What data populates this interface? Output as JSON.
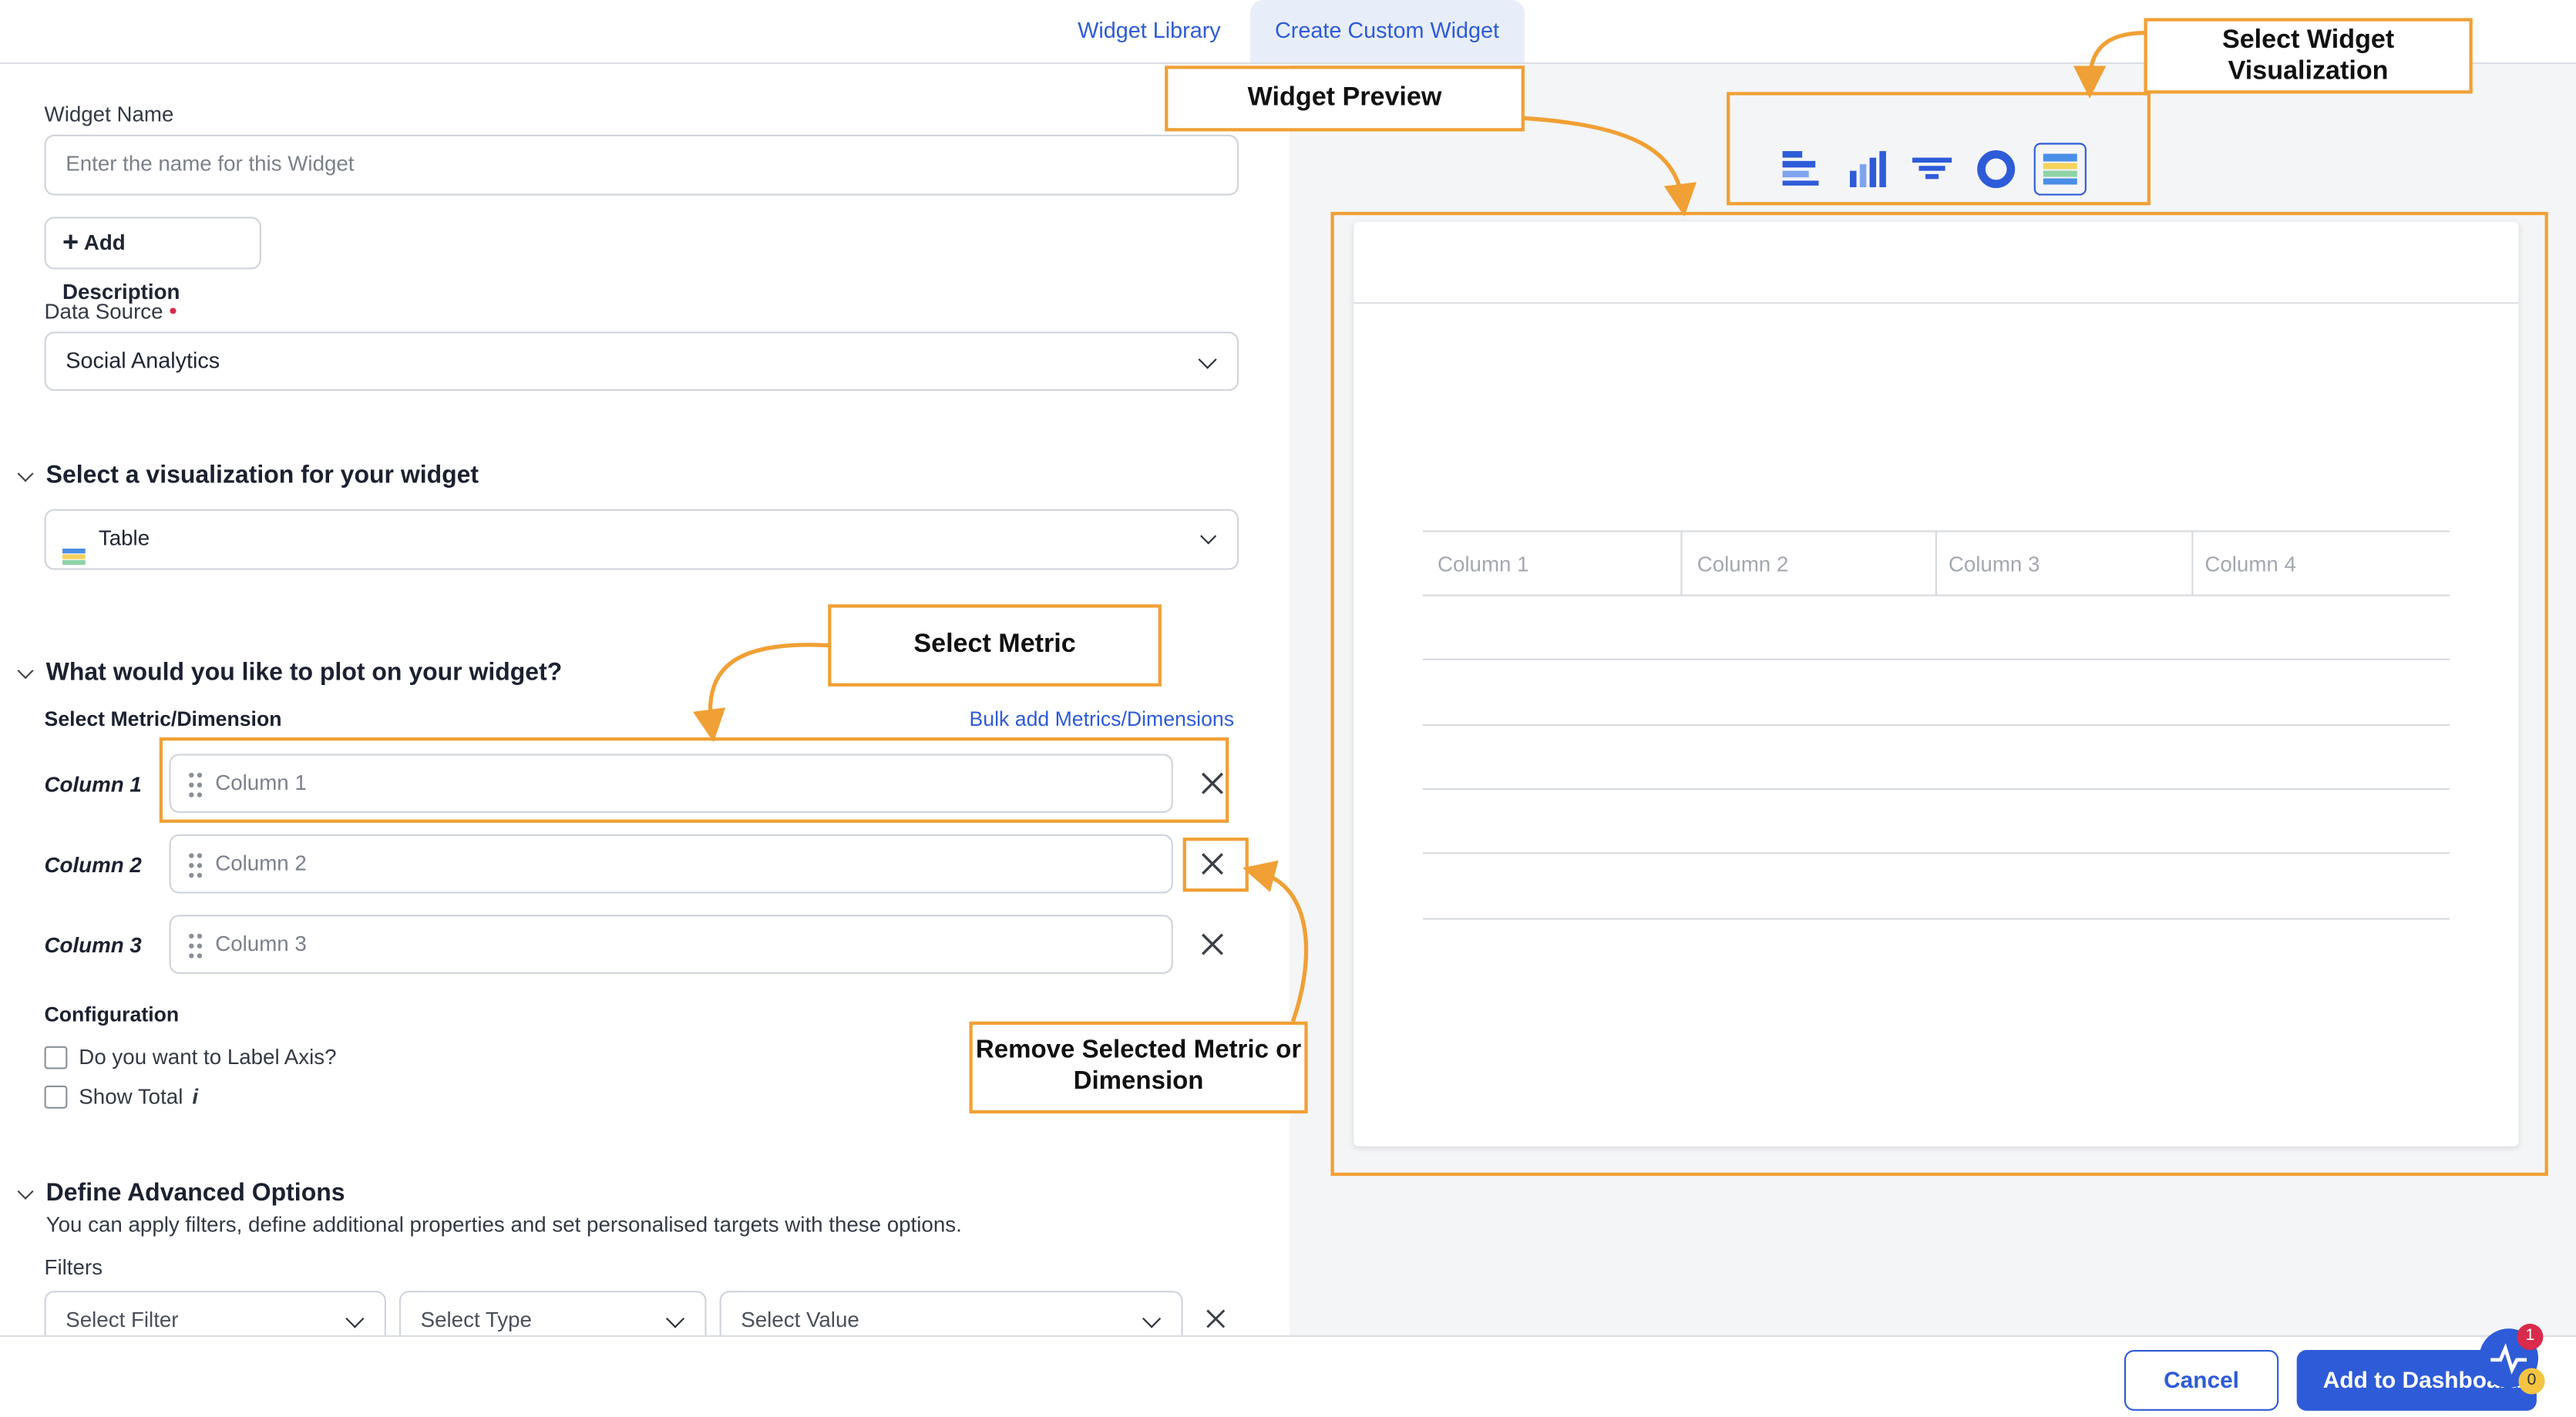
{
  "tabs": [
    {
      "label": "Widget Library"
    },
    {
      "label": "Create Custom Widget"
    }
  ],
  "form": {
    "widget_name_label": "Widget Name",
    "widget_name_placeholder": "Enter the name for this Widget",
    "add_description": "Add Description",
    "data_source_label": "Data Source",
    "data_source_value": "Social Analytics",
    "viz_section_title": "Select a visualization for your widget",
    "viz_value": "Table",
    "plot_section_title": "What would you like to plot on your widget?",
    "select_metric_label": "Select Metric/Dimension",
    "bulk_add_link": "Bulk add Metrics/Dimensions",
    "columns": [
      {
        "label": "Column 1",
        "placeholder": "Column 1"
      },
      {
        "label": "Column 2",
        "placeholder": "Column 2"
      },
      {
        "label": "Column 3",
        "placeholder": "Column 3"
      }
    ],
    "configuration_label": "Configuration",
    "label_axis": "Do you want to Label Axis?",
    "show_total": "Show Total",
    "show_total_info": "i",
    "advanced_title": "Define Advanced Options",
    "advanced_desc": "You can apply filters, define additional properties and set personalised targets with these options.",
    "filters_label": "Filters",
    "filter_select": "Select Filter",
    "type_select": "Select Type",
    "value_select": "Select Value"
  },
  "preview": {
    "table_headers": [
      "Column 1",
      "Column 2",
      "Column 3",
      "Column 4"
    ],
    "viz_icons": [
      "bar-horizontal-icon",
      "bar-vertical-icon",
      "funnel-icon",
      "donut-icon",
      "table-icon"
    ]
  },
  "annotations": {
    "widget_preview": "Widget Preview",
    "select_widget_viz": "Select Widget Visualization",
    "select_metric": "Select Metric",
    "remove_metric": "Remove Selected Metric or Dimension"
  },
  "footer": {
    "cancel": "Cancel",
    "add": "Add to Dashboard",
    "badge_count_top": "1",
    "badge_count_bottom": "0"
  },
  "colors": {
    "accent": "#2e5bd8",
    "annotation": "#f0a035",
    "required": "#d92b4b"
  }
}
